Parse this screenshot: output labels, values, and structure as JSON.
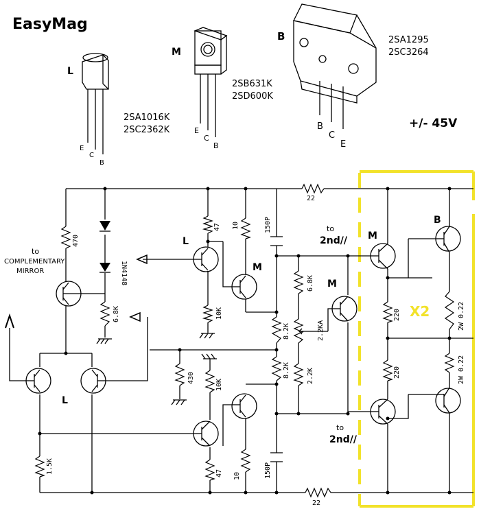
{
  "title": "EasyMag",
  "supply": "+/- 45V",
  "multiplier": "X2",
  "colors": {
    "ink": "#000000",
    "highlight": "#f2e22a"
  },
  "packages": {
    "L": {
      "letter": "L",
      "parts": [
        "2SA1016K",
        "2SC2362K"
      ],
      "pins": [
        "E",
        "C",
        "B"
      ]
    },
    "M": {
      "letter": "M",
      "parts": [
        "2SB631K",
        "2SD600K"
      ],
      "pins": [
        "E",
        "C",
        "B"
      ]
    },
    "B": {
      "letter": "B",
      "parts": [
        "2SA1295",
        "2SC3264"
      ],
      "pins": [
        "B",
        "C",
        "E"
      ]
    }
  },
  "labels": {
    "to": "to",
    "complementary": "COMPLEMENTARY",
    "mirror": "MIRROR",
    "second": "2nd//",
    "L": "L",
    "M": "M",
    "B": "B"
  },
  "components": {
    "r470": "470",
    "d1": "1N4148",
    "r6k8a": "6.8K",
    "r47a": "47",
    "r10a": "10",
    "c150a": "150P",
    "r22a": "22",
    "r10ka": "10K",
    "r6k8b": "6.8K",
    "r8k2a": "8.2K",
    "r8k2b": "8.2K",
    "pot": "2.2KA",
    "r2k2": "2.2K",
    "r430": "430",
    "r10kb": "10K",
    "r1k5": "1.5K",
    "r47b": "47",
    "r10b": "10",
    "c150b": "150P",
    "r22b": "22",
    "r220a": "220",
    "r220b": "220",
    "r022a": "2W 0.22",
    "r022b": "2W 0.22"
  }
}
